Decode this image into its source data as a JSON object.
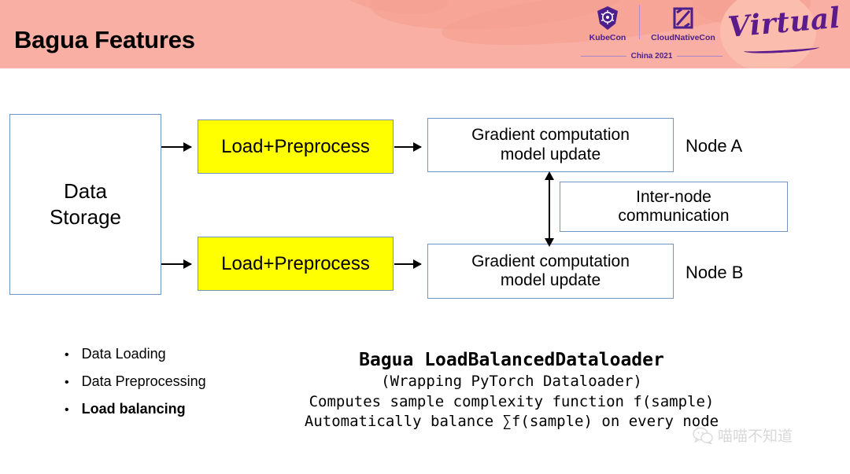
{
  "slide": {
    "title": "Bagua Features",
    "banner_color": "#f9afa4",
    "box_border_color": "#7295c4",
    "highlight_color": "#ffff00",
    "brand_purple": "#4b1f8c"
  },
  "logos": {
    "kubecon_label": "KubeCon",
    "cloudnativecon_label": "CloudNativeCon",
    "event_year": "China 2021",
    "virtual_label": "Virtual",
    "kubecon_icon": "kubernetes-helm-icon",
    "cloudnativecon_icon": "cncf-square-icon"
  },
  "diagram": {
    "storage_box": "Data\nStorage",
    "storage_line1": "Data",
    "storage_line2": "Storage",
    "preprocess_top": "Load+Preprocess",
    "preprocess_bottom": "Load+Preprocess",
    "gradient_top_line1": "Gradient computation",
    "gradient_top_line2": "model update",
    "gradient_bottom_line1": "Gradient computation",
    "gradient_bottom_line2": "model update",
    "internode_line1": "Inter-node",
    "internode_line2": "communication",
    "node_a_label": "Node A",
    "node_b_label": "Node B"
  },
  "bullets": [
    {
      "label": "Data Loading",
      "bold": false
    },
    {
      "label": "Data Preprocessing",
      "bold": false
    },
    {
      "label": "Load balancing",
      "bold": true
    }
  ],
  "code_block": {
    "title": "Bagua LoadBalancedDataloader",
    "line1": "(Wrapping PyTorch Dataloader)",
    "line2": "Computes sample complexity function f(sample)",
    "line3": "Automatically balance ∑f(sample) on every node"
  },
  "watermark": {
    "text": "喵喵不知道",
    "icon": "wechat-icon"
  }
}
